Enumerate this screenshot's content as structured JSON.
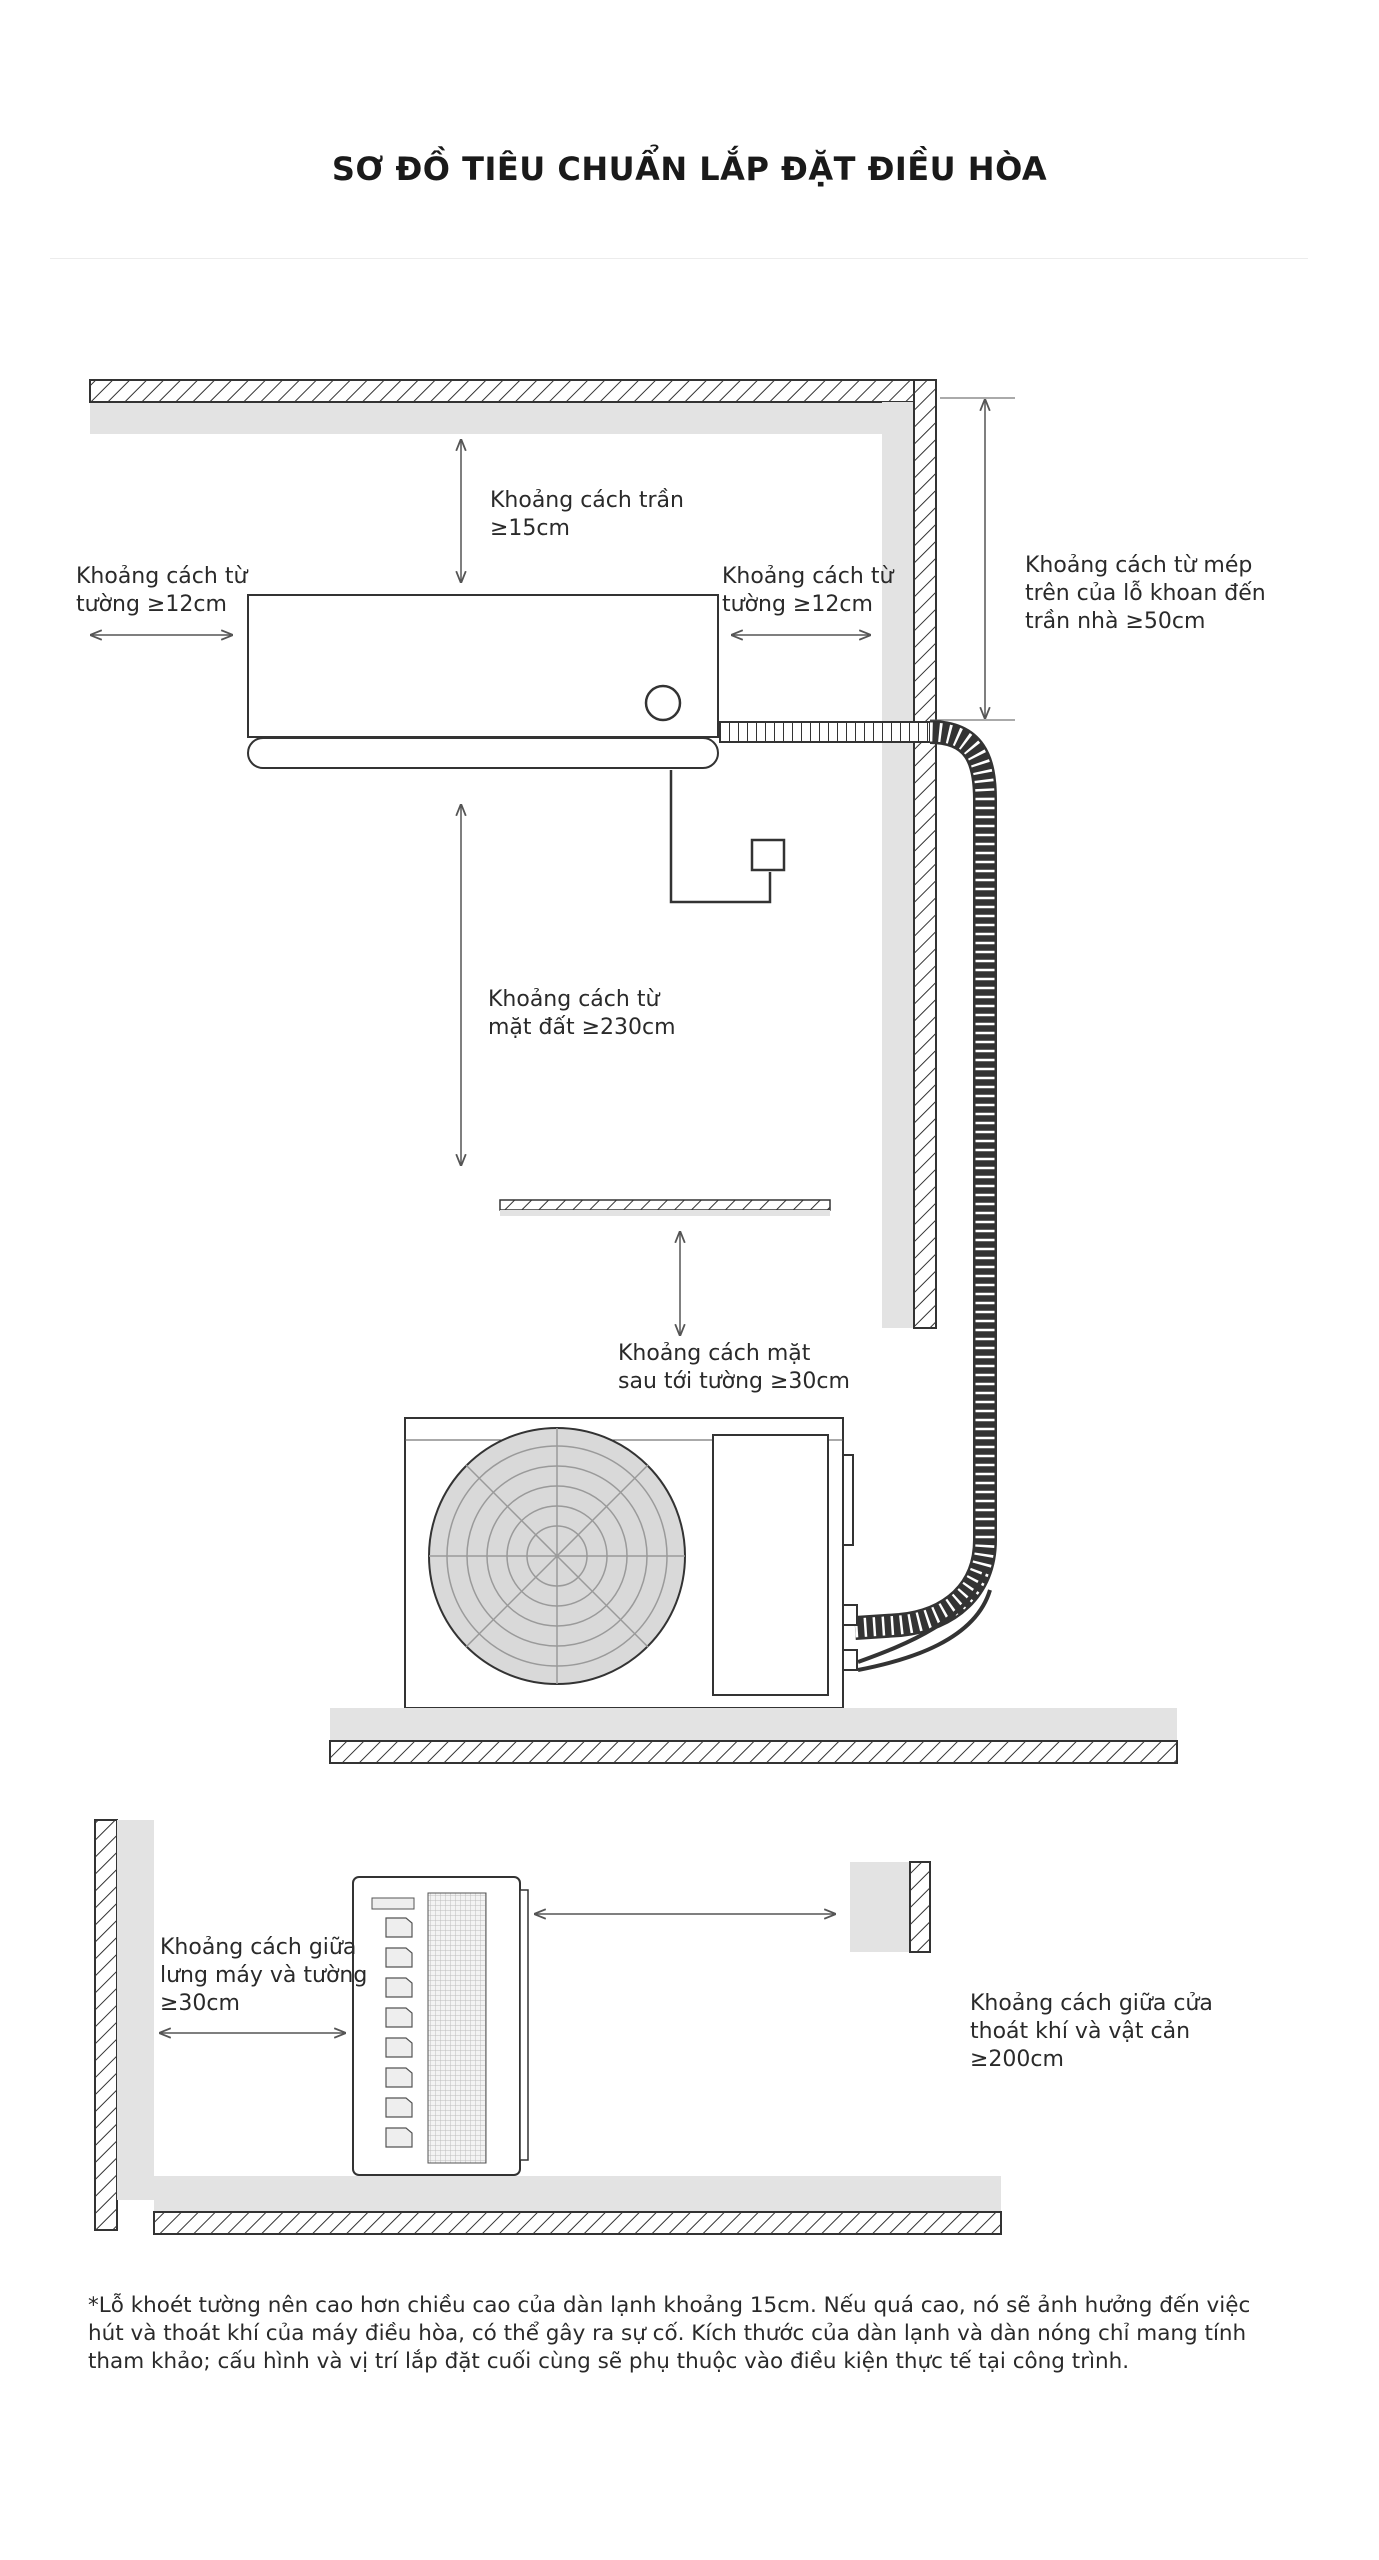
{
  "title": "SƠ ĐỒ TIÊU CHUẨN LẮP ĐẶT ĐIỀU HÒA",
  "labels": {
    "ceiling": [
      "Khoảng cách trần",
      "≥15cm"
    ],
    "left_wall": [
      "Khoảng cách từ",
      "tường ≥12cm"
    ],
    "right_wall": [
      "Khoảng cách từ",
      "tường ≥12cm"
    ],
    "hole_to_ceiling": [
      "Khoảng cách từ mép",
      "trên của lỗ khoan đến",
      "trần nhà ≥50cm"
    ],
    "floor": [
      "Khoảng cách từ",
      "mặt đất ≥230cm"
    ],
    "outdoor_back": [
      "Khoảng cách mặt",
      "sau tới tường ≥30cm"
    ],
    "side_back": [
      "Khoảng cách giữa",
      "lưng máy và tường",
      "≥30cm"
    ],
    "exhaust": [
      "Khoảng cách giữa cửa",
      "thoát khí và vật cản",
      "≥200cm"
    ]
  },
  "note": "*Lỗ khoét tường nên cao hơn chiều cao của dàn lạnh khoảng 15cm. Nếu quá cao, nó sẽ ảnh hưởng đến việc hút và thoát khí của máy điều hòa, có thể gây ra sự cố. Kích thước của dàn lạnh và dàn nóng chỉ mang tính tham khảo; cấu hình và vị trí lắp đặt cuối cùng sẽ phụ thuộc vào điều kiện thực tế tại công trình."
}
